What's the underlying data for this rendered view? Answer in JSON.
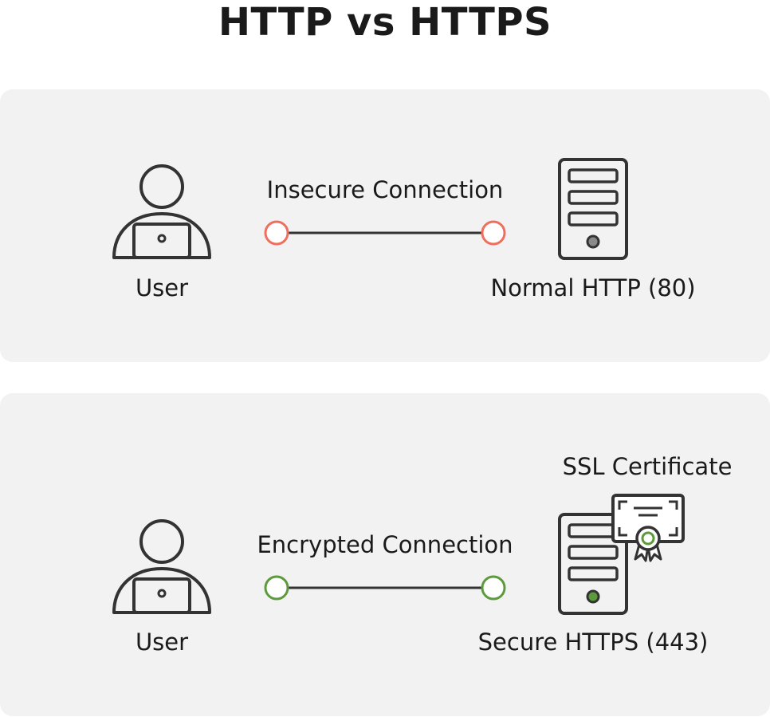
{
  "title": "HTTP vs HTTPS",
  "colors": {
    "insecure": "#ef6f5e",
    "secure": "#5c9a3c",
    "stroke": "#333333",
    "panel": "#f2f2f2"
  },
  "http_panel": {
    "client_label": "User",
    "connection_label": "Insecure Connection",
    "server_label": "Normal HTTP (80)"
  },
  "https_panel": {
    "client_label": "User",
    "connection_label": "Encrypted Connection",
    "server_label": "Secure HTTPS (443)",
    "certificate_label": "SSL Certificate"
  }
}
